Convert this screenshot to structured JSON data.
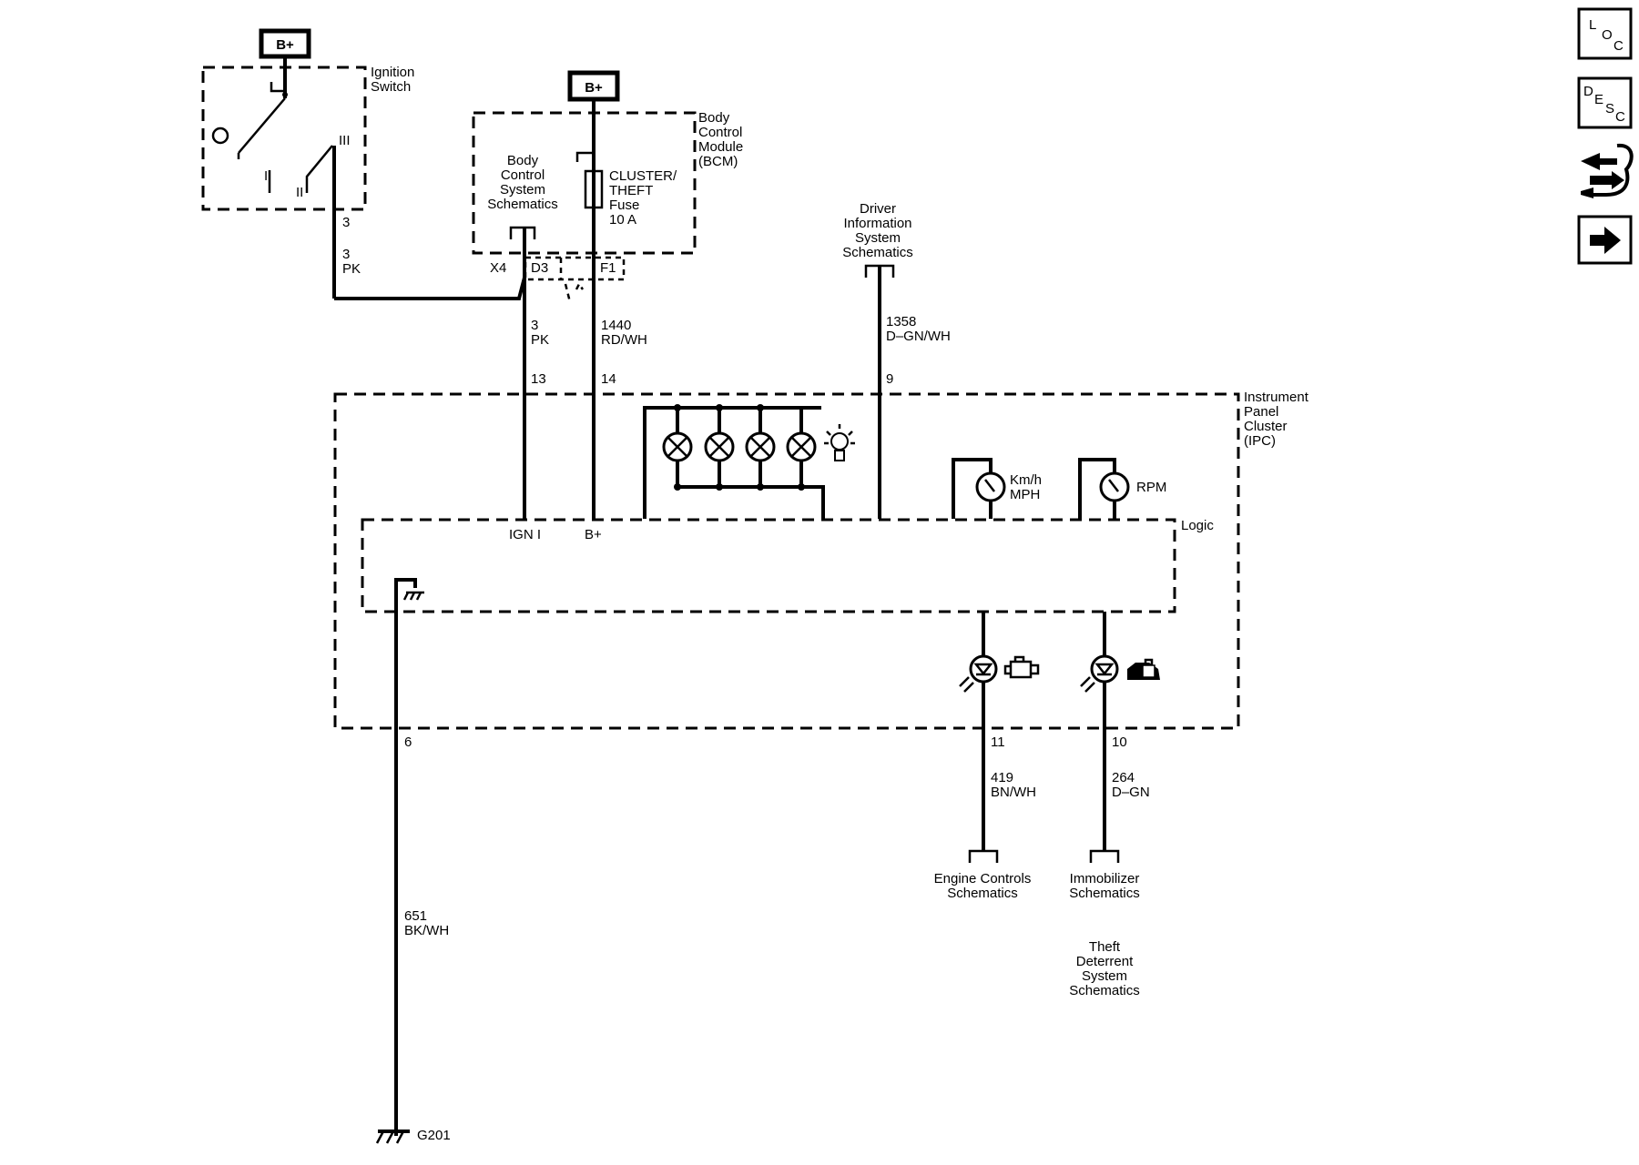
{
  "nav": {
    "loc": {
      "l": "L",
      "o": "O",
      "c": "C"
    },
    "desc": {
      "d": "D",
      "e": "E",
      "s": "S",
      "c": "C"
    }
  },
  "power": {
    "ign_bplus": "B+",
    "bcm_bplus": "B+"
  },
  "ignition_switch": {
    "name_1": "Ignition",
    "name_2": "Switch",
    "pos_off": "O",
    "pos_1": "I",
    "pos_2": "II",
    "pos_3": "III",
    "pin": "3"
  },
  "wire_ign": {
    "circuit": "3",
    "color": "PK"
  },
  "bcm": {
    "name_1": "Body",
    "name_2": "Control",
    "name_3": "Module",
    "name_4": "(BCM)",
    "ref_1": "Body",
    "ref_2": "Control",
    "ref_3": "System",
    "ref_4": "Schematics",
    "fuse_1": "CLUSTER/",
    "fuse_2": "THEFT",
    "fuse_3": "Fuse",
    "fuse_4": "10 A",
    "conn_x4": "X4",
    "conn_d3": "D3",
    "conn_f1": "F1"
  },
  "wire_ign_out": {
    "circuit": "3",
    "color": "PK",
    "pin": "13"
  },
  "wire_batt": {
    "circuit": "1440",
    "color": "RD/WH",
    "pin": "14"
  },
  "dis": {
    "line_1": "Driver",
    "line_2": "Information",
    "line_3": "System",
    "line_4": "Schematics",
    "circuit": "1358",
    "color": "D–GN/WH",
    "pin": "9"
  },
  "ipc": {
    "name_1": "Instrument",
    "name_2": "Panel",
    "name_3": "Cluster",
    "name_4": "(IPC)",
    "logic": "Logic",
    "ign_label": "IGN I",
    "bplus_label": "B+",
    "speed_1": "Km/h",
    "speed_2": "MPH",
    "rpm": "RPM"
  },
  "ground": {
    "pin": "6",
    "circuit": "651",
    "color": "BK/WH",
    "name": "G201"
  },
  "engine": {
    "pin": "11",
    "circuit": "419",
    "color": "BN/WH",
    "ref_1": "Engine Controls",
    "ref_2": "Schematics"
  },
  "immob": {
    "pin": "10",
    "circuit": "264",
    "color": "D–GN",
    "ref_1": "Immobilizer",
    "ref_2": "Schematics"
  },
  "theft": {
    "line_1": "Theft",
    "line_2": "Deterrent",
    "line_3": "System",
    "line_4": "Schematics"
  }
}
